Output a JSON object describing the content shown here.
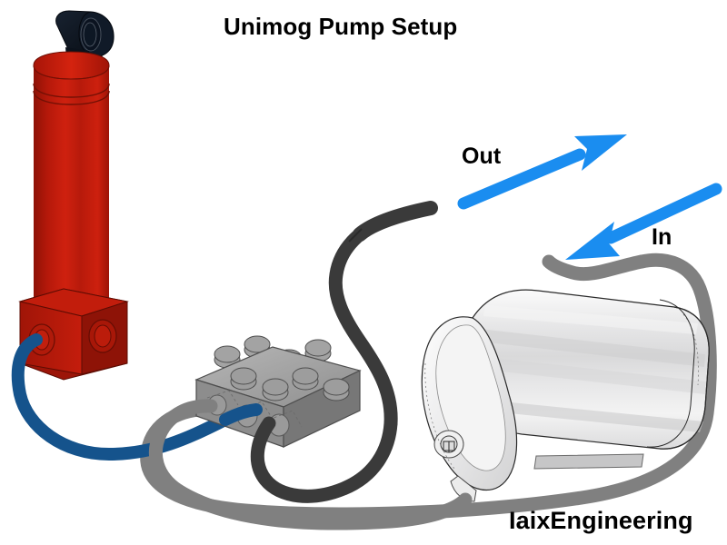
{
  "page": {
    "title": "Unimog Pump Setup",
    "watermark": "IaixEngineering",
    "background": "#ffffff"
  },
  "annotations": {
    "out_label": "Out",
    "in_label": "In",
    "arrow_color": "#1a8df0"
  },
  "components": {
    "cylinder": {
      "name": "hydraulic-cylinder",
      "body_color": "#c01c0c",
      "cap_color": "#0d1520",
      "block_color": "#b81a0a"
    },
    "manifold": {
      "name": "lego-brick-manifold",
      "color": "#9a9a9a",
      "studs": 8
    },
    "pump": {
      "name": "pump-reservoir",
      "color": "#ececed"
    },
    "hoses": [
      {
        "name": "blue-hose",
        "color": "#15538c"
      },
      {
        "name": "gray-hose",
        "color": "#808080"
      },
      {
        "name": "black-hose",
        "color": "#3a3a3a"
      }
    ]
  }
}
